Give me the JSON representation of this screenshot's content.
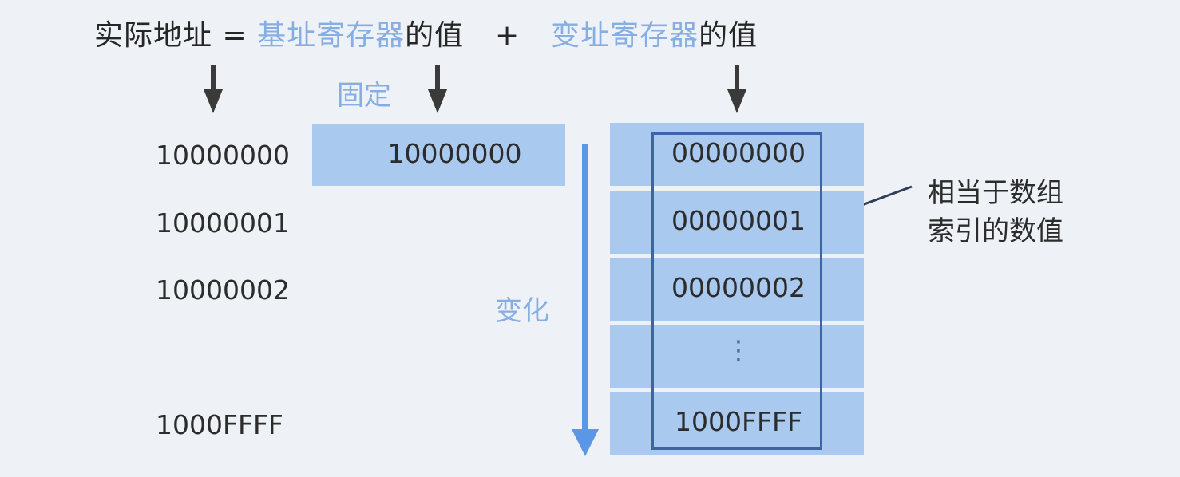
{
  "formula": {
    "actual_address": "实际地址",
    "equals": "=",
    "base_register": "基址寄存器",
    "value_of_1": "的值",
    "plus": "+",
    "index_register": "变址寄存器",
    "value_of_2": "的值"
  },
  "labels": {
    "fixed": "固定",
    "change": "变化"
  },
  "actual_addresses": [
    "10000000",
    "10000001",
    "10000002",
    "1000FFFF"
  ],
  "base_value": "10000000",
  "index_values": [
    "00000000",
    "00000001",
    "00000002",
    "⋮",
    "1000FFFF"
  ],
  "note": {
    "line1": "相当于数组",
    "line2": "索引的数值"
  },
  "colors": {
    "accent_blue": "#86aee2",
    "cell_fill": "#a9c9ef",
    "frame_border": "#3e64a8",
    "arrow_blue": "#5b97e6",
    "arrow_dark": "#3a3a3a"
  }
}
